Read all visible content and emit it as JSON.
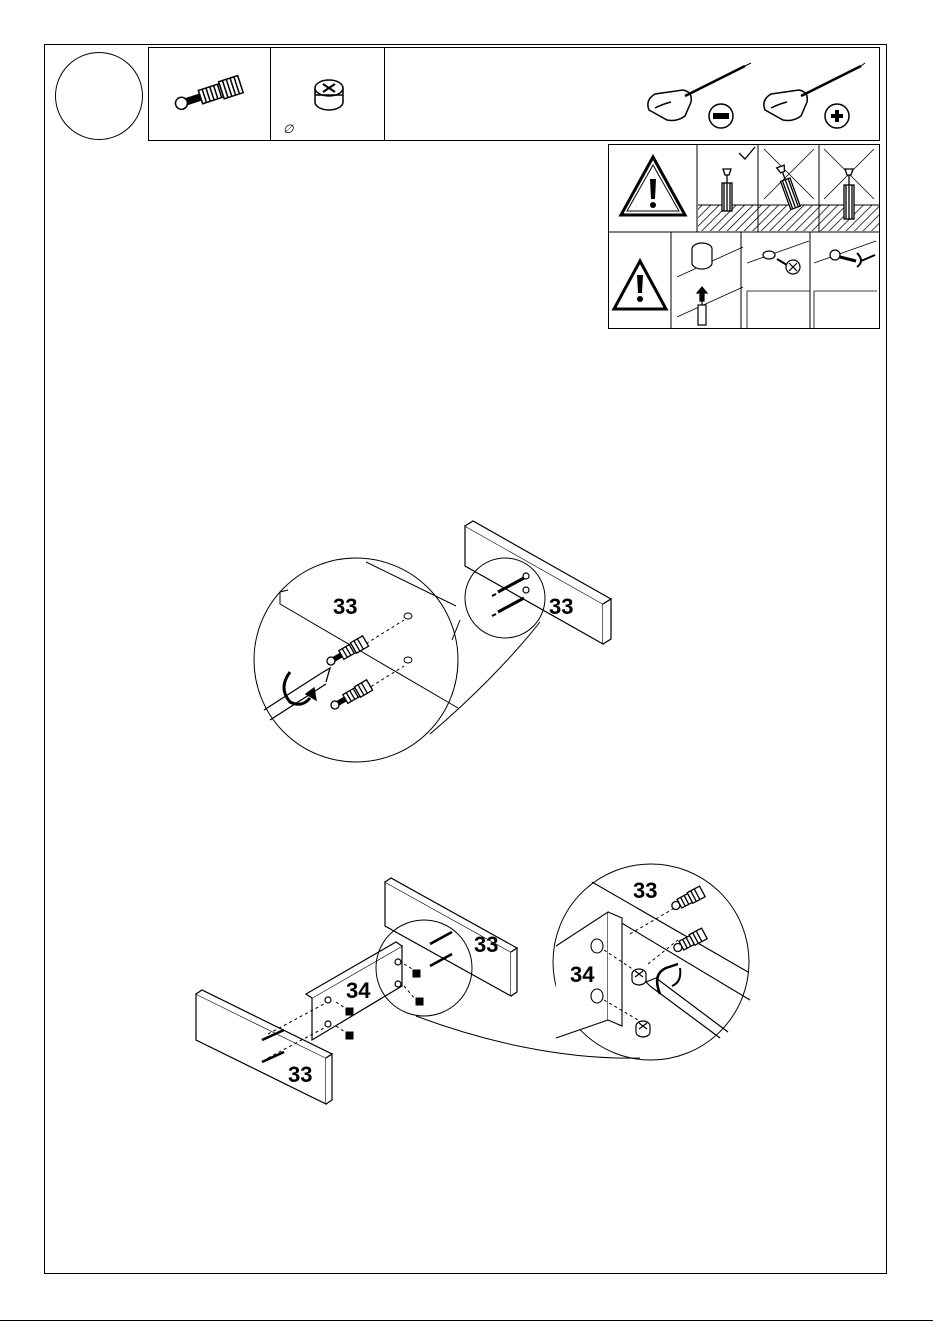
{
  "step": {
    "number": ""
  },
  "parts": [
    {
      "name": "cam-bolt",
      "quantity": ""
    },
    {
      "name": "cam-lock",
      "quantity": "",
      "diameter_symbol": "∅",
      "diameter_value": ""
    }
  ],
  "tools": [
    "flathead-screwdriver",
    "phillips-screwdriver"
  ],
  "warnings": {
    "row1_icons": [
      "warning-triangle-icon",
      "correct-insert-icon",
      "wrong-angle-icon",
      "wrong-protruding-icon"
    ],
    "row2_icons": [
      "warning-triangle-icon",
      "cam-orientation-icon",
      "cam-insert-icon",
      "cam-tighten-icon"
    ]
  },
  "diagram1": {
    "detail_label": "33",
    "panel_label": "33"
  },
  "diagram2": {
    "detail_label_top": "33",
    "detail_label_side": "34",
    "panel_label_back": "33",
    "panel_label_side": "34",
    "panel_label_front": "33"
  }
}
